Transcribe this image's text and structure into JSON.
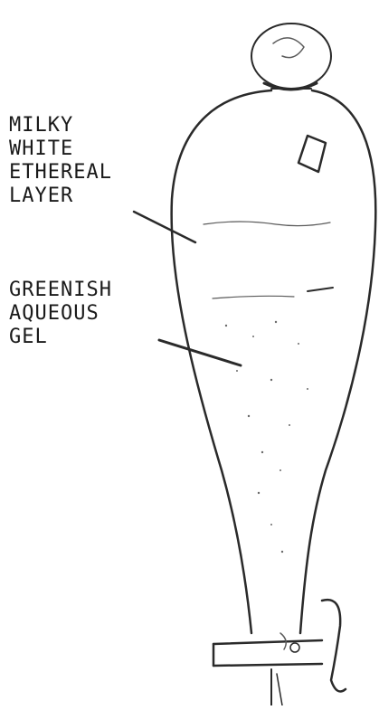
{
  "labels": {
    "ether": [
      "MILKY",
      "WHITE",
      "ETHEREAL",
      "LAYER"
    ],
    "gel": [
      "GREENISH",
      "AQUEOUS",
      "GEL"
    ]
  },
  "colors": {
    "ink": "#1a1a1a",
    "background": "#ffffff"
  }
}
